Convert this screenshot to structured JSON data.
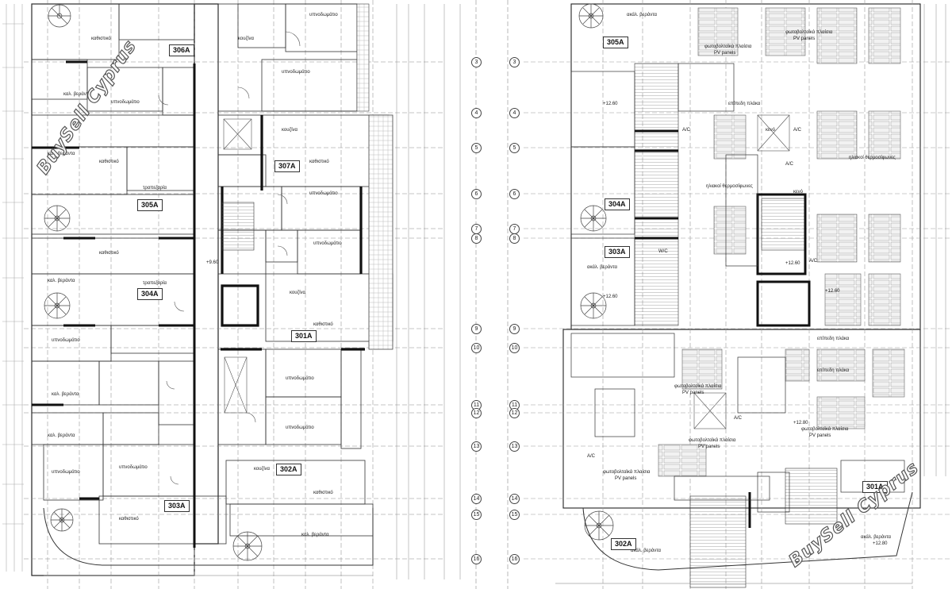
{
  "units_left": [
    "306A",
    "305A",
    "307A",
    "304A",
    "301A",
    "302A",
    "303A"
  ],
  "units_right": [
    "305A",
    "304A",
    "303A",
    "302A",
    "301A"
  ],
  "watermark": "BuySell Cyprus",
  "room_labels": {
    "bedroom": "υπνοδωμάτιο",
    "kitchen": "κουζίνα",
    "living": "καθιστικό",
    "veranda": "καλ. βεράντα",
    "uncovered_veranda": "ακάλ. βεράντα",
    "dining": "τραπεζαρία",
    "pv_panels_gr": "φωτοβολταϊκά πλαίσια",
    "pv_panels_en": "PV panels",
    "flat_roof": "επίπεδη πλάκα",
    "void": "κενό",
    "ac": "A/C",
    "wc": "W/C",
    "solar_gr": "ηλιακοί θερμοσίφωνες",
    "level": "+12.60",
    "level2": "+9.60",
    "level3": "+12.80"
  },
  "axis_numbers": [
    "3",
    "4",
    "5",
    "6",
    "7",
    "8",
    "9",
    "10",
    "11",
    "12",
    "13",
    "14",
    "15",
    "16"
  ],
  "colors": {
    "line": "#444444",
    "wall": "#111111",
    "grid": "#9a9a9a"
  }
}
